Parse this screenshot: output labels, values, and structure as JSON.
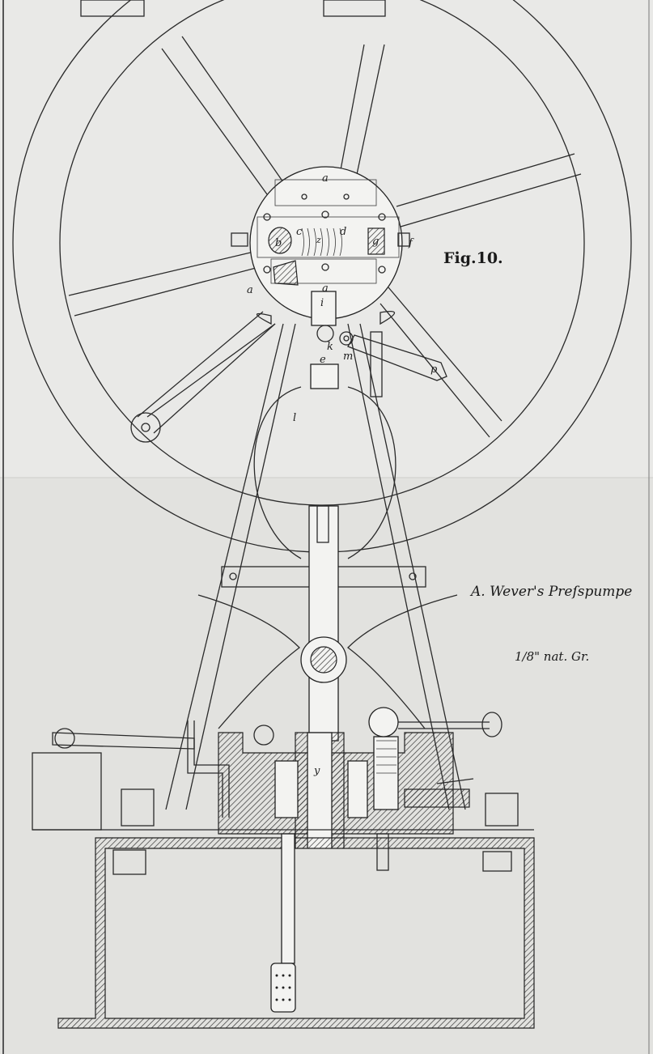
{
  "figure": {
    "title": "Fig.10.",
    "plate_title": "A. Wever's Preſspumpe",
    "scale_note": "1/8\" nat. Gr.",
    "part_labels": [
      "a",
      "a",
      "a",
      "b",
      "c",
      "d",
      "e",
      "f",
      "g",
      "i",
      "k",
      "l",
      "m",
      "p",
      "y",
      "z"
    ]
  }
}
